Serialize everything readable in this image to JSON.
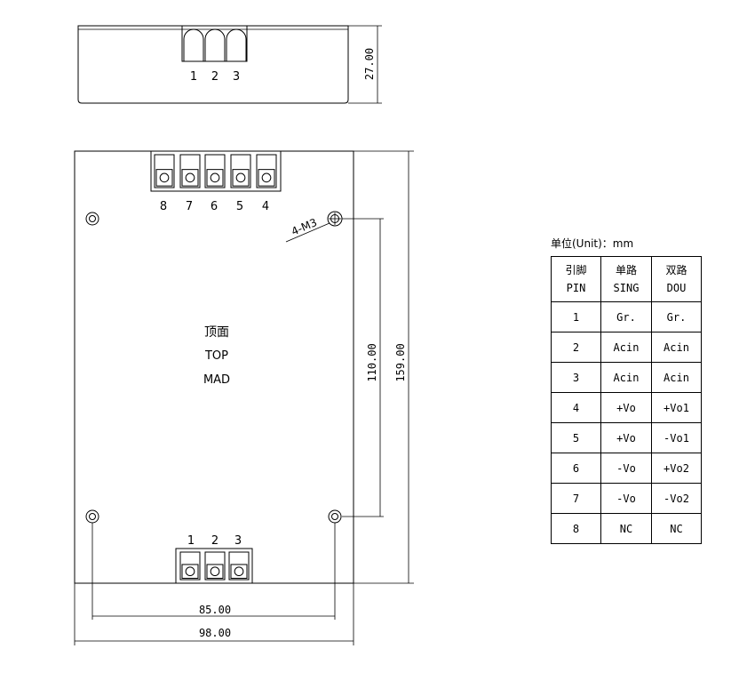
{
  "side_view": {
    "pin_numbers": [
      "1",
      "2",
      "3"
    ],
    "height_dim": "27.00"
  },
  "top_view": {
    "top_pins": [
      "8",
      "7",
      "6",
      "5",
      "4"
    ],
    "bottom_pins": [
      "1",
      "2",
      "3"
    ],
    "hole_label": "4-M3",
    "center_labels": [
      "顶面",
      "TOP",
      "MAD"
    ],
    "dims": {
      "hole_spacing_v": "110.00",
      "height": "159.00",
      "hole_spacing_h": "85.00",
      "width": "98.00"
    }
  },
  "table": {
    "unit_caption": "单位(Unit)：mm",
    "headers": [
      [
        "引脚",
        "PIN"
      ],
      [
        "单路",
        "SING"
      ],
      [
        "双路",
        "DOU"
      ]
    ],
    "rows": [
      [
        "1",
        "Gr.",
        "Gr."
      ],
      [
        "2",
        "Acin",
        "Acin"
      ],
      [
        "3",
        "Acin",
        "Acin"
      ],
      [
        "4",
        "+Vo",
        "+Vo1"
      ],
      [
        "5",
        "+Vo",
        "-Vo1"
      ],
      [
        "6",
        "-Vo",
        "+Vo2"
      ],
      [
        "7",
        "-Vo",
        "-Vo2"
      ],
      [
        "8",
        "NC",
        "NC"
      ]
    ]
  }
}
